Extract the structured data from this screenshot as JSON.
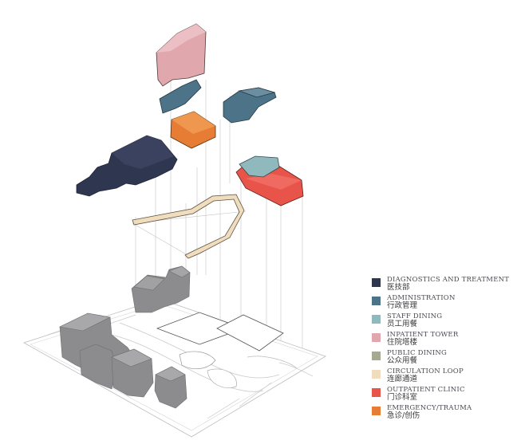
{
  "colors": {
    "diagnostics": "#2f3650",
    "administration": "#4d7388",
    "staff_dining": "#8fb9bd",
    "inpatient": "#e0a7ad",
    "public_dining": "#a7a890",
    "circulation": "#f0ddbe",
    "outpatient": "#e8544a",
    "emergency": "#e77d34",
    "site_gray": "#8c8c8e",
    "line_gray": "#b8b8b8"
  },
  "legend": {
    "items": [
      {
        "key": "diagnostics",
        "en": "DIAGNOSTICS AND TREATMENT",
        "cn": "医技部",
        "color": "#2f3650"
      },
      {
        "key": "administration",
        "en": "ADMINISTRATION",
        "cn": "行政管理",
        "color": "#4d7388"
      },
      {
        "key": "staff_dining",
        "en": "STAFF DINING",
        "cn": "员工用餐",
        "color": "#8fb9bd"
      },
      {
        "key": "inpatient",
        "en": "INPATIENT TOWER",
        "cn": "住院塔楼",
        "color": "#e0a7ad"
      },
      {
        "key": "public_dining",
        "en": "PUBLIC DINING",
        "cn": "公众用餐",
        "color": "#a7a890"
      },
      {
        "key": "circulation",
        "en": "CIRCULATION LOOP",
        "cn": "连廊通道",
        "color": "#f0ddbe"
      },
      {
        "key": "outpatient",
        "en": "OUTPATIENT CLINIC",
        "cn": "门诊科室",
        "color": "#e8544a"
      },
      {
        "key": "emergency",
        "en": "EMERGENCY/TRAUMA",
        "cn": "急诊/创伤",
        "color": "#e77d34"
      }
    ]
  }
}
